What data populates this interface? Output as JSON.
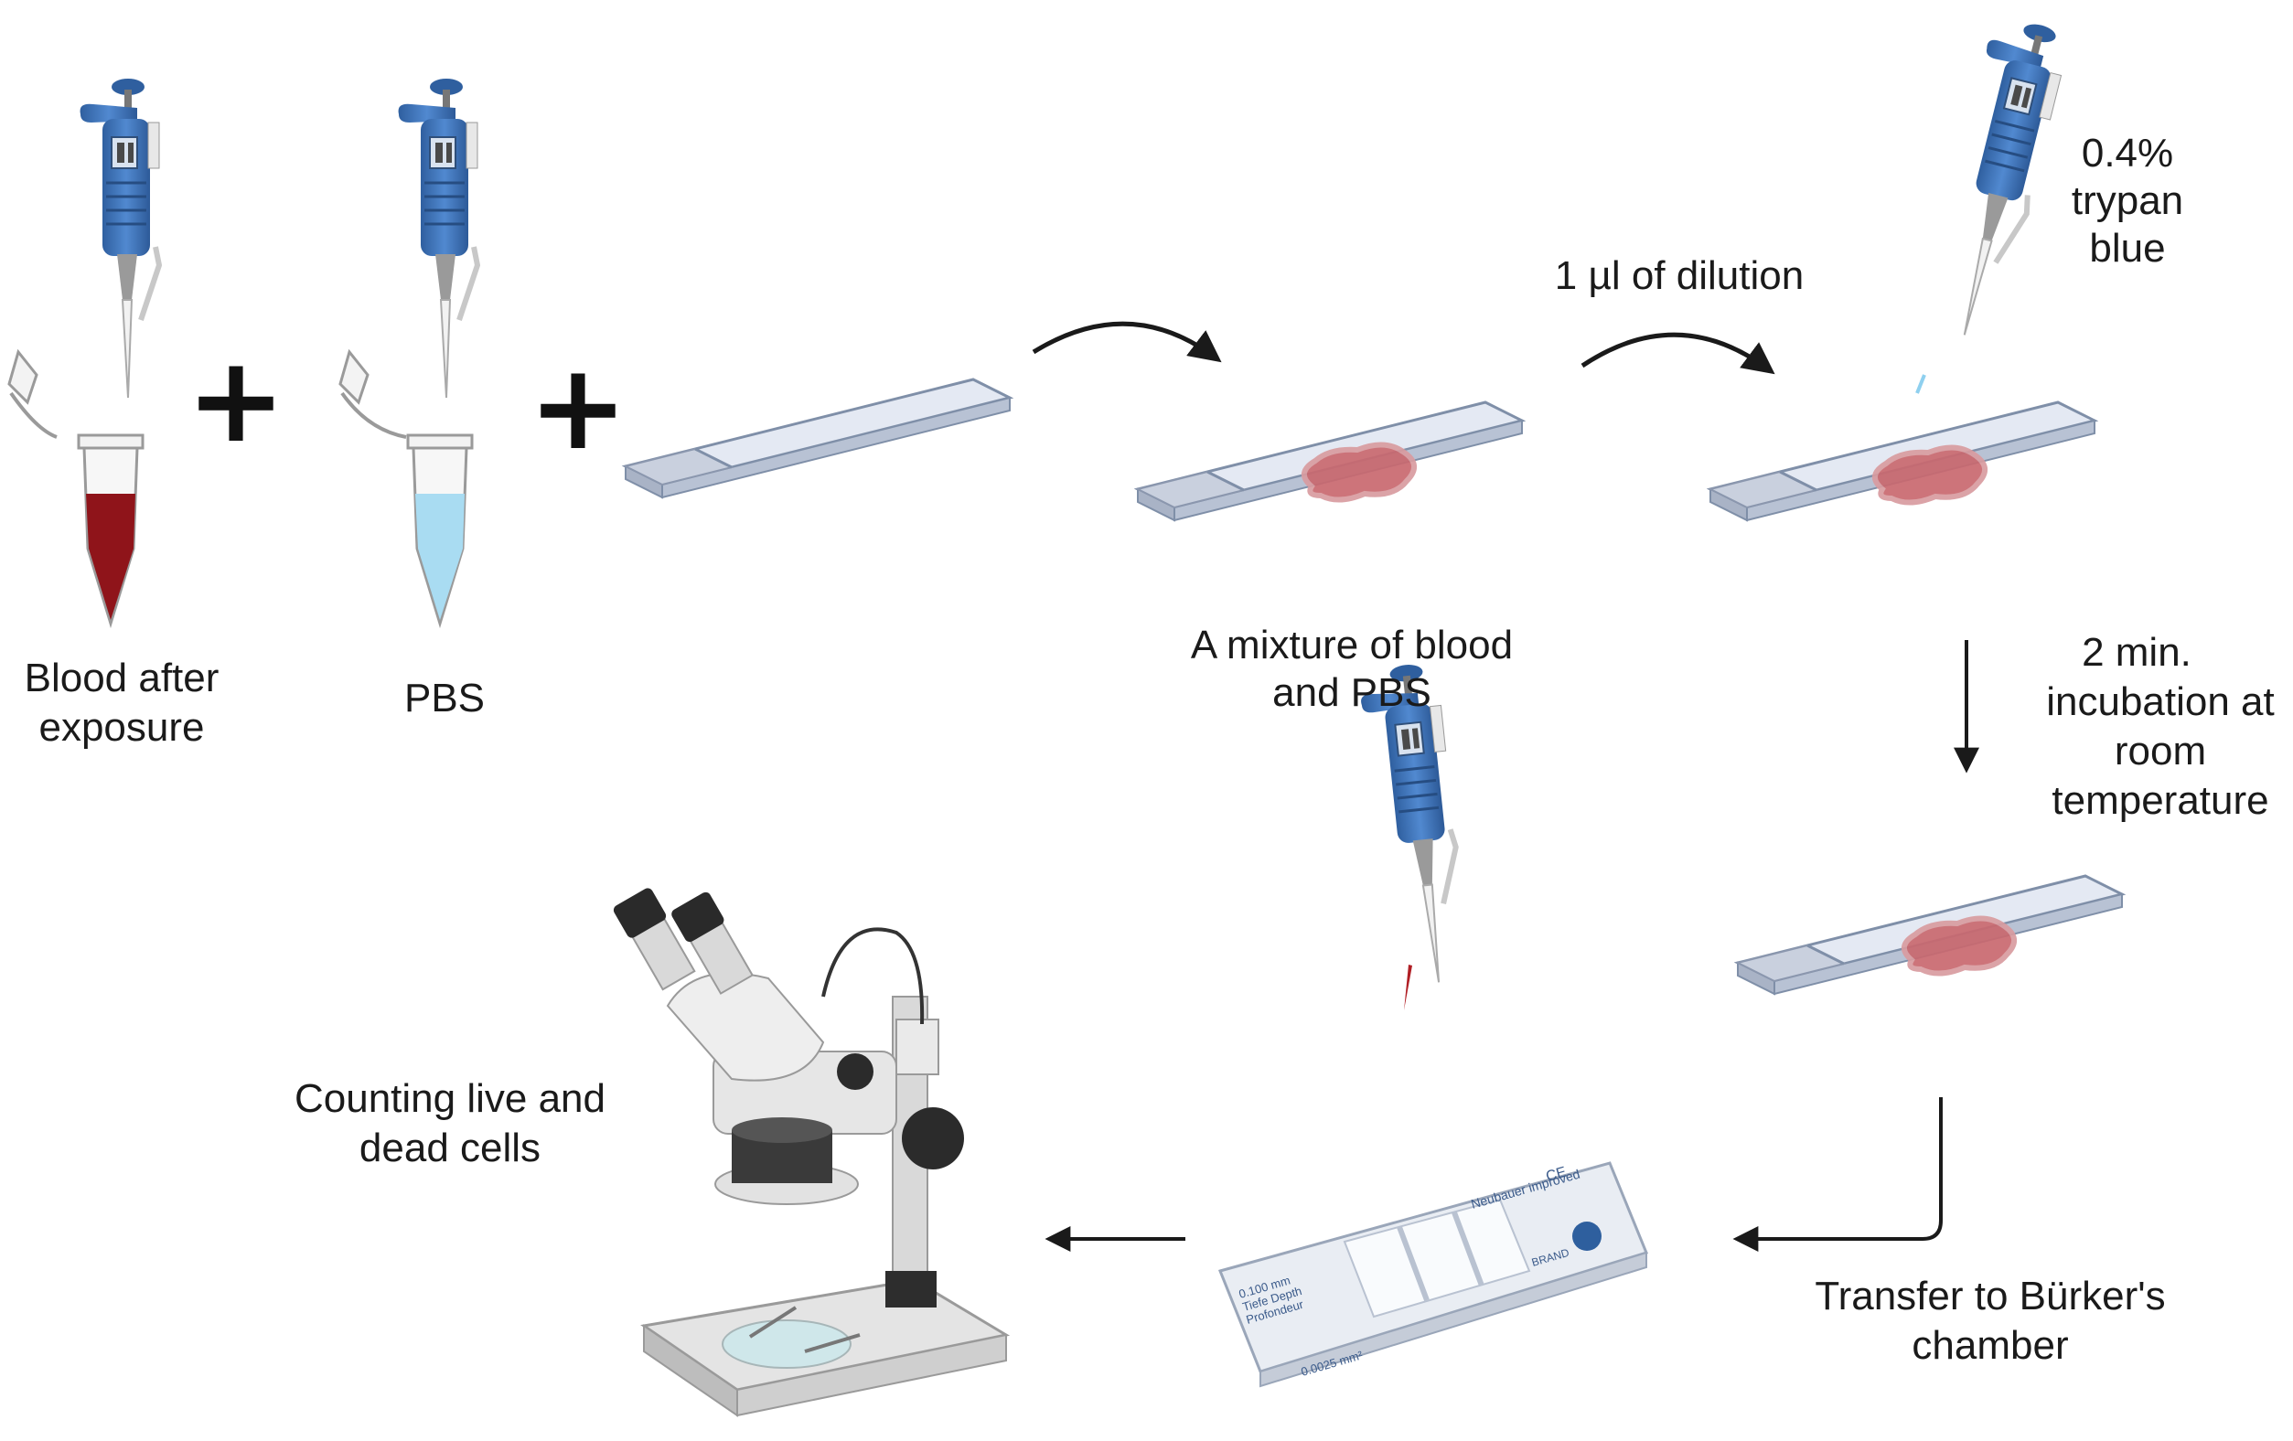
{
  "steps": {
    "blood_tube": {
      "label_lines": [
        "Blood after",
        "exposure"
      ],
      "liquid_color": "#8f141a"
    },
    "pbs_tube": {
      "label_lines": [
        "PBS"
      ],
      "liquid_color": "#a9dcf2"
    },
    "plus_sign": "+",
    "mixture_slide": {
      "label_lines": [
        "A mixture of blood",
        "and PBS"
      ]
    },
    "dilution_step": {
      "label_lines": [
        "1 µl of dilution"
      ]
    },
    "trypan_blue": {
      "label_lines": [
        "0.4%",
        "trypan",
        "blue"
      ]
    },
    "incubation": {
      "label_lines": [
        "2 min.",
        "incubation at",
        "room",
        "temperature"
      ]
    },
    "transfer": {
      "label_lines": [
        "Transfer to Bürker's",
        "chamber"
      ]
    },
    "counting": {
      "label_lines": [
        "Counting live and",
        "dead cells"
      ]
    }
  },
  "chamber_slide": {
    "brand_text": "Neubauer improved",
    "ce_mark": "CE",
    "depth_text": [
      "0.100 mm",
      "Tiefe Depth",
      "Profondeur"
    ],
    "area_text": "0.0025 mm²",
    "maker": "BRAND"
  },
  "icons": [
    "pipette-icon",
    "microtube-icon",
    "glass-slide-icon",
    "curved-arrow-icon",
    "counting-chamber-icon",
    "stereo-microscope-icon"
  ],
  "colors": {
    "pipette_blue": "#3f72b5",
    "blood_smear": "#c45a62",
    "slide_glass": "#dde3ef",
    "arrow": "#1a1a1a"
  }
}
